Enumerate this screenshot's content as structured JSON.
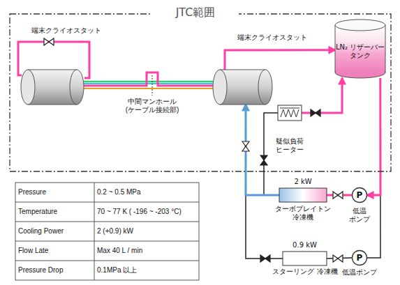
{
  "diagram": {
    "nodes": [
      {
        "text": [
          "JTC範囲"
        ]
      },
      {
        "text": [
          "端末クライオスタット"
        ],
        "in": 0
      },
      {
        "text": [
          "端末クライオスタット"
        ],
        "in": 0
      },
      {
        "text": [
          "LN₂ リザーバー タンク"
        ],
        "in": 0
      },
      {
        "text": [
          "疑似負荷 ヒーター"
        ],
        "in": 0
      },
      {
        "text": [
          "2 kW",
          "ターボブレイトン 冷凍機"
        ]
      },
      {
        "text": [
          "P",
          "低温 ポンプ"
        ]
      },
      {
        "text": [
          "0.9 kW",
          "スターリング 冷凍機"
        ]
      },
      {
        "text": [
          "P",
          "低温ポンプ"
        ]
      }
    ],
    "edges": [
      {
        "from": 1,
        "to": 2,
        "arrow": "none"
      },
      {
        "from": 2,
        "to": 3,
        "arrow": "to"
      },
      {
        "from": 3,
        "to": 6,
        "arrow": "to"
      },
      {
        "from": 6,
        "to": 5,
        "arrow": "none"
      },
      {
        "from": 5,
        "to": 2,
        "arrow": "to"
      },
      {
        "from": 5,
        "to": 4,
        "arrow": "none"
      },
      {
        "from": 4,
        "to": 3,
        "arrow": "to"
      },
      {
        "from": 3,
        "to": 8,
        "arrow": "none"
      },
      {
        "from": 8,
        "to": 7,
        "arrow": "none"
      },
      {
        "from": 7,
        "to": 2,
        "arrow": "none"
      }
    ],
    "labels": [
      "中間マンホール (ケーブル接続部)",
      "Pressure",
      "0.2 ~ 0.5 MPa",
      "Temperature",
      "70 ~ 77 K ( -196 ~ -203 °C)",
      "Cooling Power",
      "2 (+0.9) kW",
      "Flow Late",
      "Max 40 L / min",
      "Pressure Drop",
      "0.1MPa 以上"
    ]
  }
}
